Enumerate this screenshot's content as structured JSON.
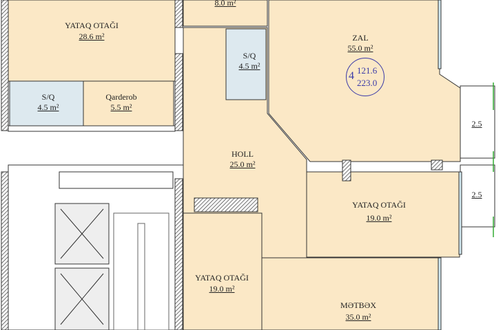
{
  "rooms": {
    "bedroom_top_left": {
      "name": "YATAQ OTAĞI",
      "area": "28.6 m²"
    },
    "room_top_small": {
      "area": "8.0 m²"
    },
    "bathroom_left": {
      "name": "S/Q",
      "area": "4.5 m²"
    },
    "wardrobe": {
      "name": "Qarderob",
      "area": "5.5 m²"
    },
    "bathroom_right": {
      "name": "S/Q",
      "area": "4.5 m²"
    },
    "living": {
      "name": "ZAL",
      "area": "55.0 m²"
    },
    "hall": {
      "name": "HOLL",
      "area": "25.0 m²"
    },
    "bedroom_right": {
      "name": "YATAQ OTAĞI",
      "area": "19.0 m²"
    },
    "bedroom_bottom": {
      "name": "YATAQ OTAĞI",
      "area": "19.0 m²"
    },
    "kitchen": {
      "name": "MƏTBƏX",
      "area": "35.0 m²"
    },
    "balcony_1": {
      "area": "2.5"
    },
    "balcony_2": {
      "area": "2.5"
    }
  },
  "apartment": {
    "number": "4",
    "living_area": "121.6",
    "total_area": "223.0"
  },
  "colors": {
    "floor": "#fbe8c6",
    "wet": "#dde9ef",
    "wall": "#333333",
    "apt_mark": "#3a3aa8"
  }
}
